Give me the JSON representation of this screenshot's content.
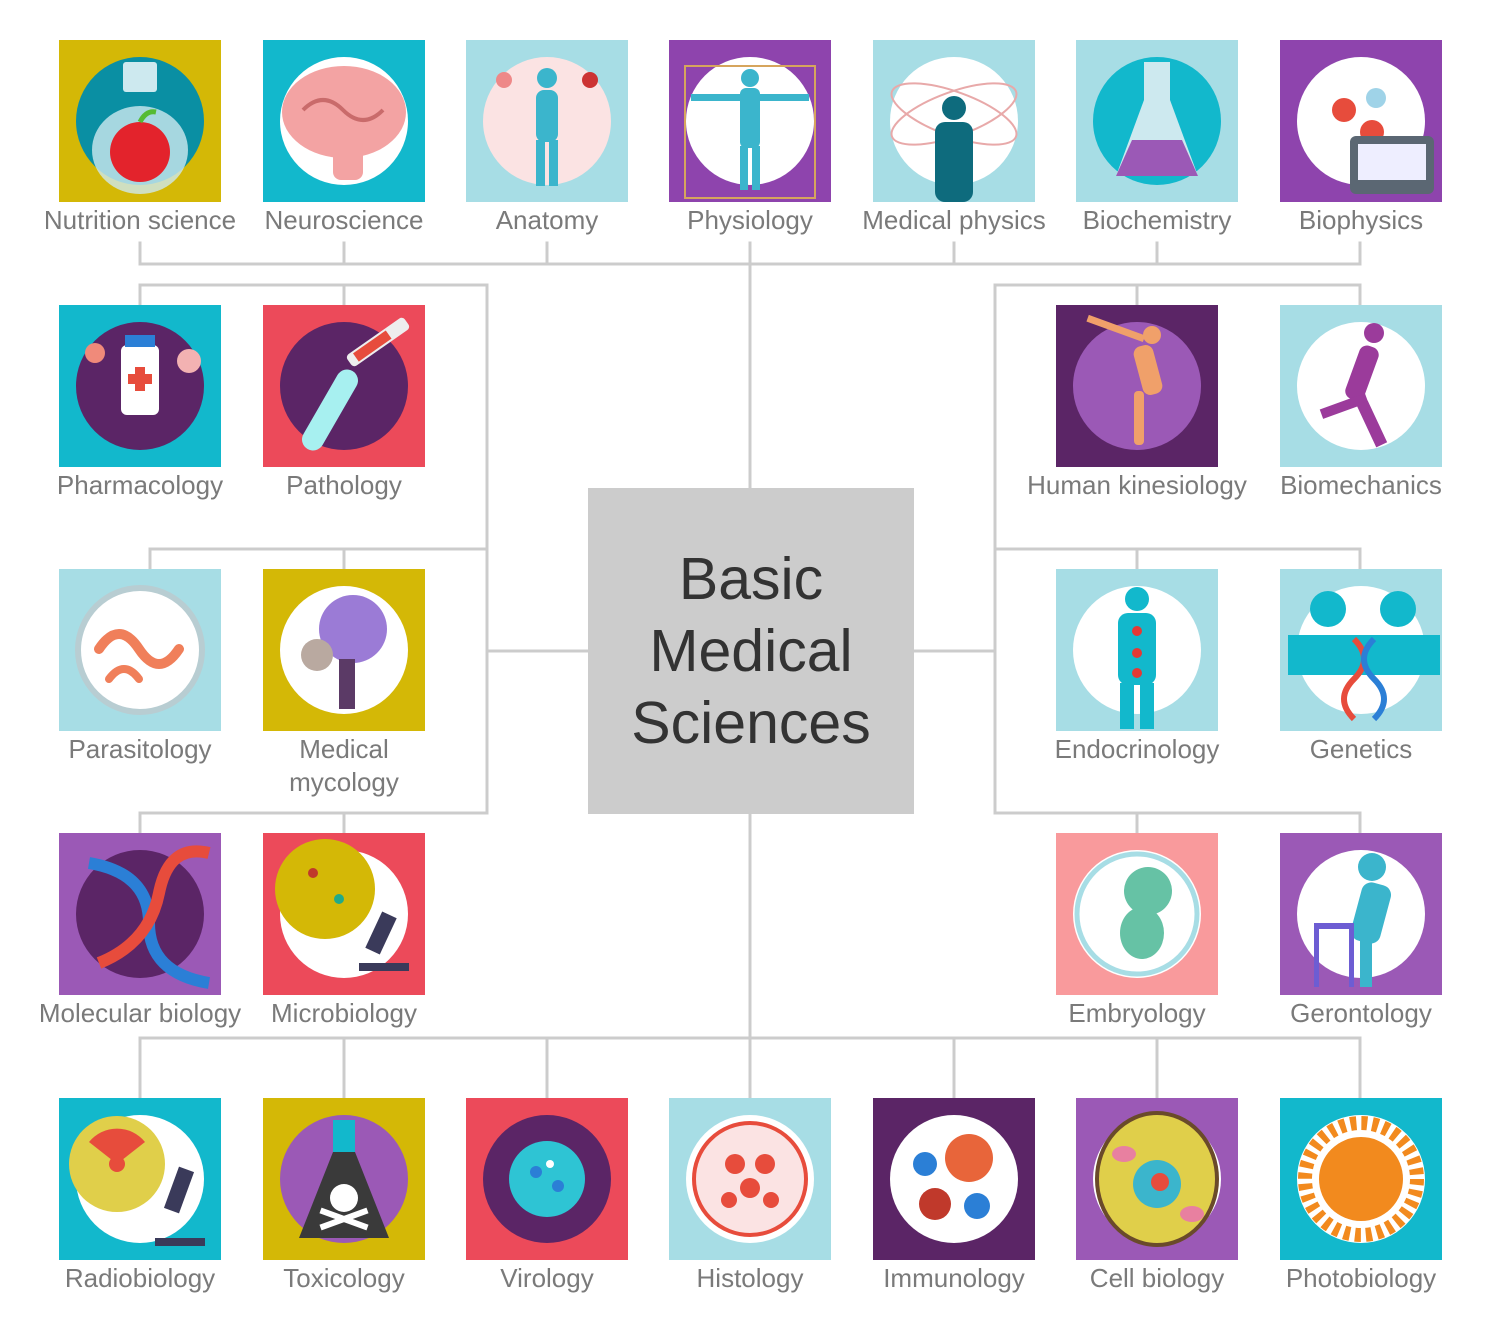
{
  "diagram": {
    "center_title": "Basic\nMedical\nSciences",
    "colors": {
      "connector": "#cccccc",
      "label": "#7a7a7a",
      "center_box": "#cccccc",
      "center_text": "#333333"
    },
    "nodes": [
      {
        "label": "Nutrition science",
        "icon": "apple-in-flask-icon",
        "bg": "#d4b806",
        "circle": "#0a8fa3"
      },
      {
        "label": "Neuroscience",
        "icon": "brain-icon",
        "bg": "#12b8cc",
        "circle": "#ffffff"
      },
      {
        "label": "Anatomy",
        "icon": "human-body-organs-icon",
        "bg": "#a7dde5",
        "circle": "#fbe3e3"
      },
      {
        "label": "Physiology",
        "icon": "vitruvian-man-icon",
        "bg": "#8e44ad",
        "circle": "#ffffff"
      },
      {
        "label": "Medical physics",
        "icon": "atom-person-icon",
        "bg": "#a7dde5",
        "circle": "#ffffff"
      },
      {
        "label": "Biochemistry",
        "icon": "chemistry-flask-icon",
        "bg": "#a7dde5",
        "circle": "#12b8cc"
      },
      {
        "label": "Biophysics",
        "icon": "blood-cells-monitor-icon",
        "bg": "#8e44ad",
        "circle": "#ffffff"
      },
      {
        "label": "Pharmacology",
        "icon": "pills-bottle-icon",
        "bg": "#12b8cc",
        "circle": "#5b2566"
      },
      {
        "label": "Pathology",
        "icon": "syringe-test-tube-icon",
        "bg": "#ec4a5a",
        "circle": "#5b2566"
      },
      {
        "label": "Human kinesiology",
        "icon": "wooden-mannequin-icon",
        "bg": "#5b2566",
        "circle": "#9b59b6"
      },
      {
        "label": "Biomechanics",
        "icon": "running-man-icon",
        "bg": "#a7dde5",
        "circle": "#ffffff"
      },
      {
        "label": "Parasitology",
        "icon": "worms-icon",
        "bg": "#a7dde5",
        "circle": "#ffffff"
      },
      {
        "label": "Medical\nmycology",
        "icon": "fungus-icon",
        "bg": "#d4b806",
        "circle": "#ffffff"
      },
      {
        "label": "Endocrinology",
        "icon": "body-glands-icon",
        "bg": "#a7dde5",
        "circle": "#ffffff"
      },
      {
        "label": "Genetics",
        "icon": "dna-people-icon",
        "bg": "#a7dde5",
        "circle": "#ffffff"
      },
      {
        "label": "Molecular biology",
        "icon": "dna-strand-icon",
        "bg": "#9b59b6",
        "circle": "#5b2566"
      },
      {
        "label": "Microbiology",
        "icon": "microscope-bacteria-icon",
        "bg": "#ec4a5a",
        "circle": "#ffffff"
      },
      {
        "label": "Embryology",
        "icon": "embryo-icon",
        "bg": "#f99a9c",
        "circle": "#ffffff"
      },
      {
        "label": "Gerontology",
        "icon": "elderly-walker-icon",
        "bg": "#9b59b6",
        "circle": "#ffffff"
      },
      {
        "label": "Radiobiology",
        "icon": "radiation-microscope-icon",
        "bg": "#12b8cc",
        "circle": "#ffffff"
      },
      {
        "label": "Toxicology",
        "icon": "skull-flask-icon",
        "bg": "#d4b806",
        "circle": "#9b59b6"
      },
      {
        "label": "Virology",
        "icon": "virus-icon",
        "bg": "#ec4a5a",
        "circle": "#5b2566"
      },
      {
        "label": "Histology",
        "icon": "tissue-cells-icon",
        "bg": "#a7dde5",
        "circle": "#ffffff"
      },
      {
        "label": "Immunology",
        "icon": "germs-icon",
        "bg": "#5b2566",
        "circle": "#ffffff"
      },
      {
        "label": "Cell biology",
        "icon": "animal-cell-icon",
        "bg": "#9b59b6",
        "circle": "#ffffff"
      },
      {
        "label": "Photobiology",
        "icon": "sun-icon",
        "bg": "#12b8cc",
        "circle": "#ffffff"
      }
    ]
  }
}
